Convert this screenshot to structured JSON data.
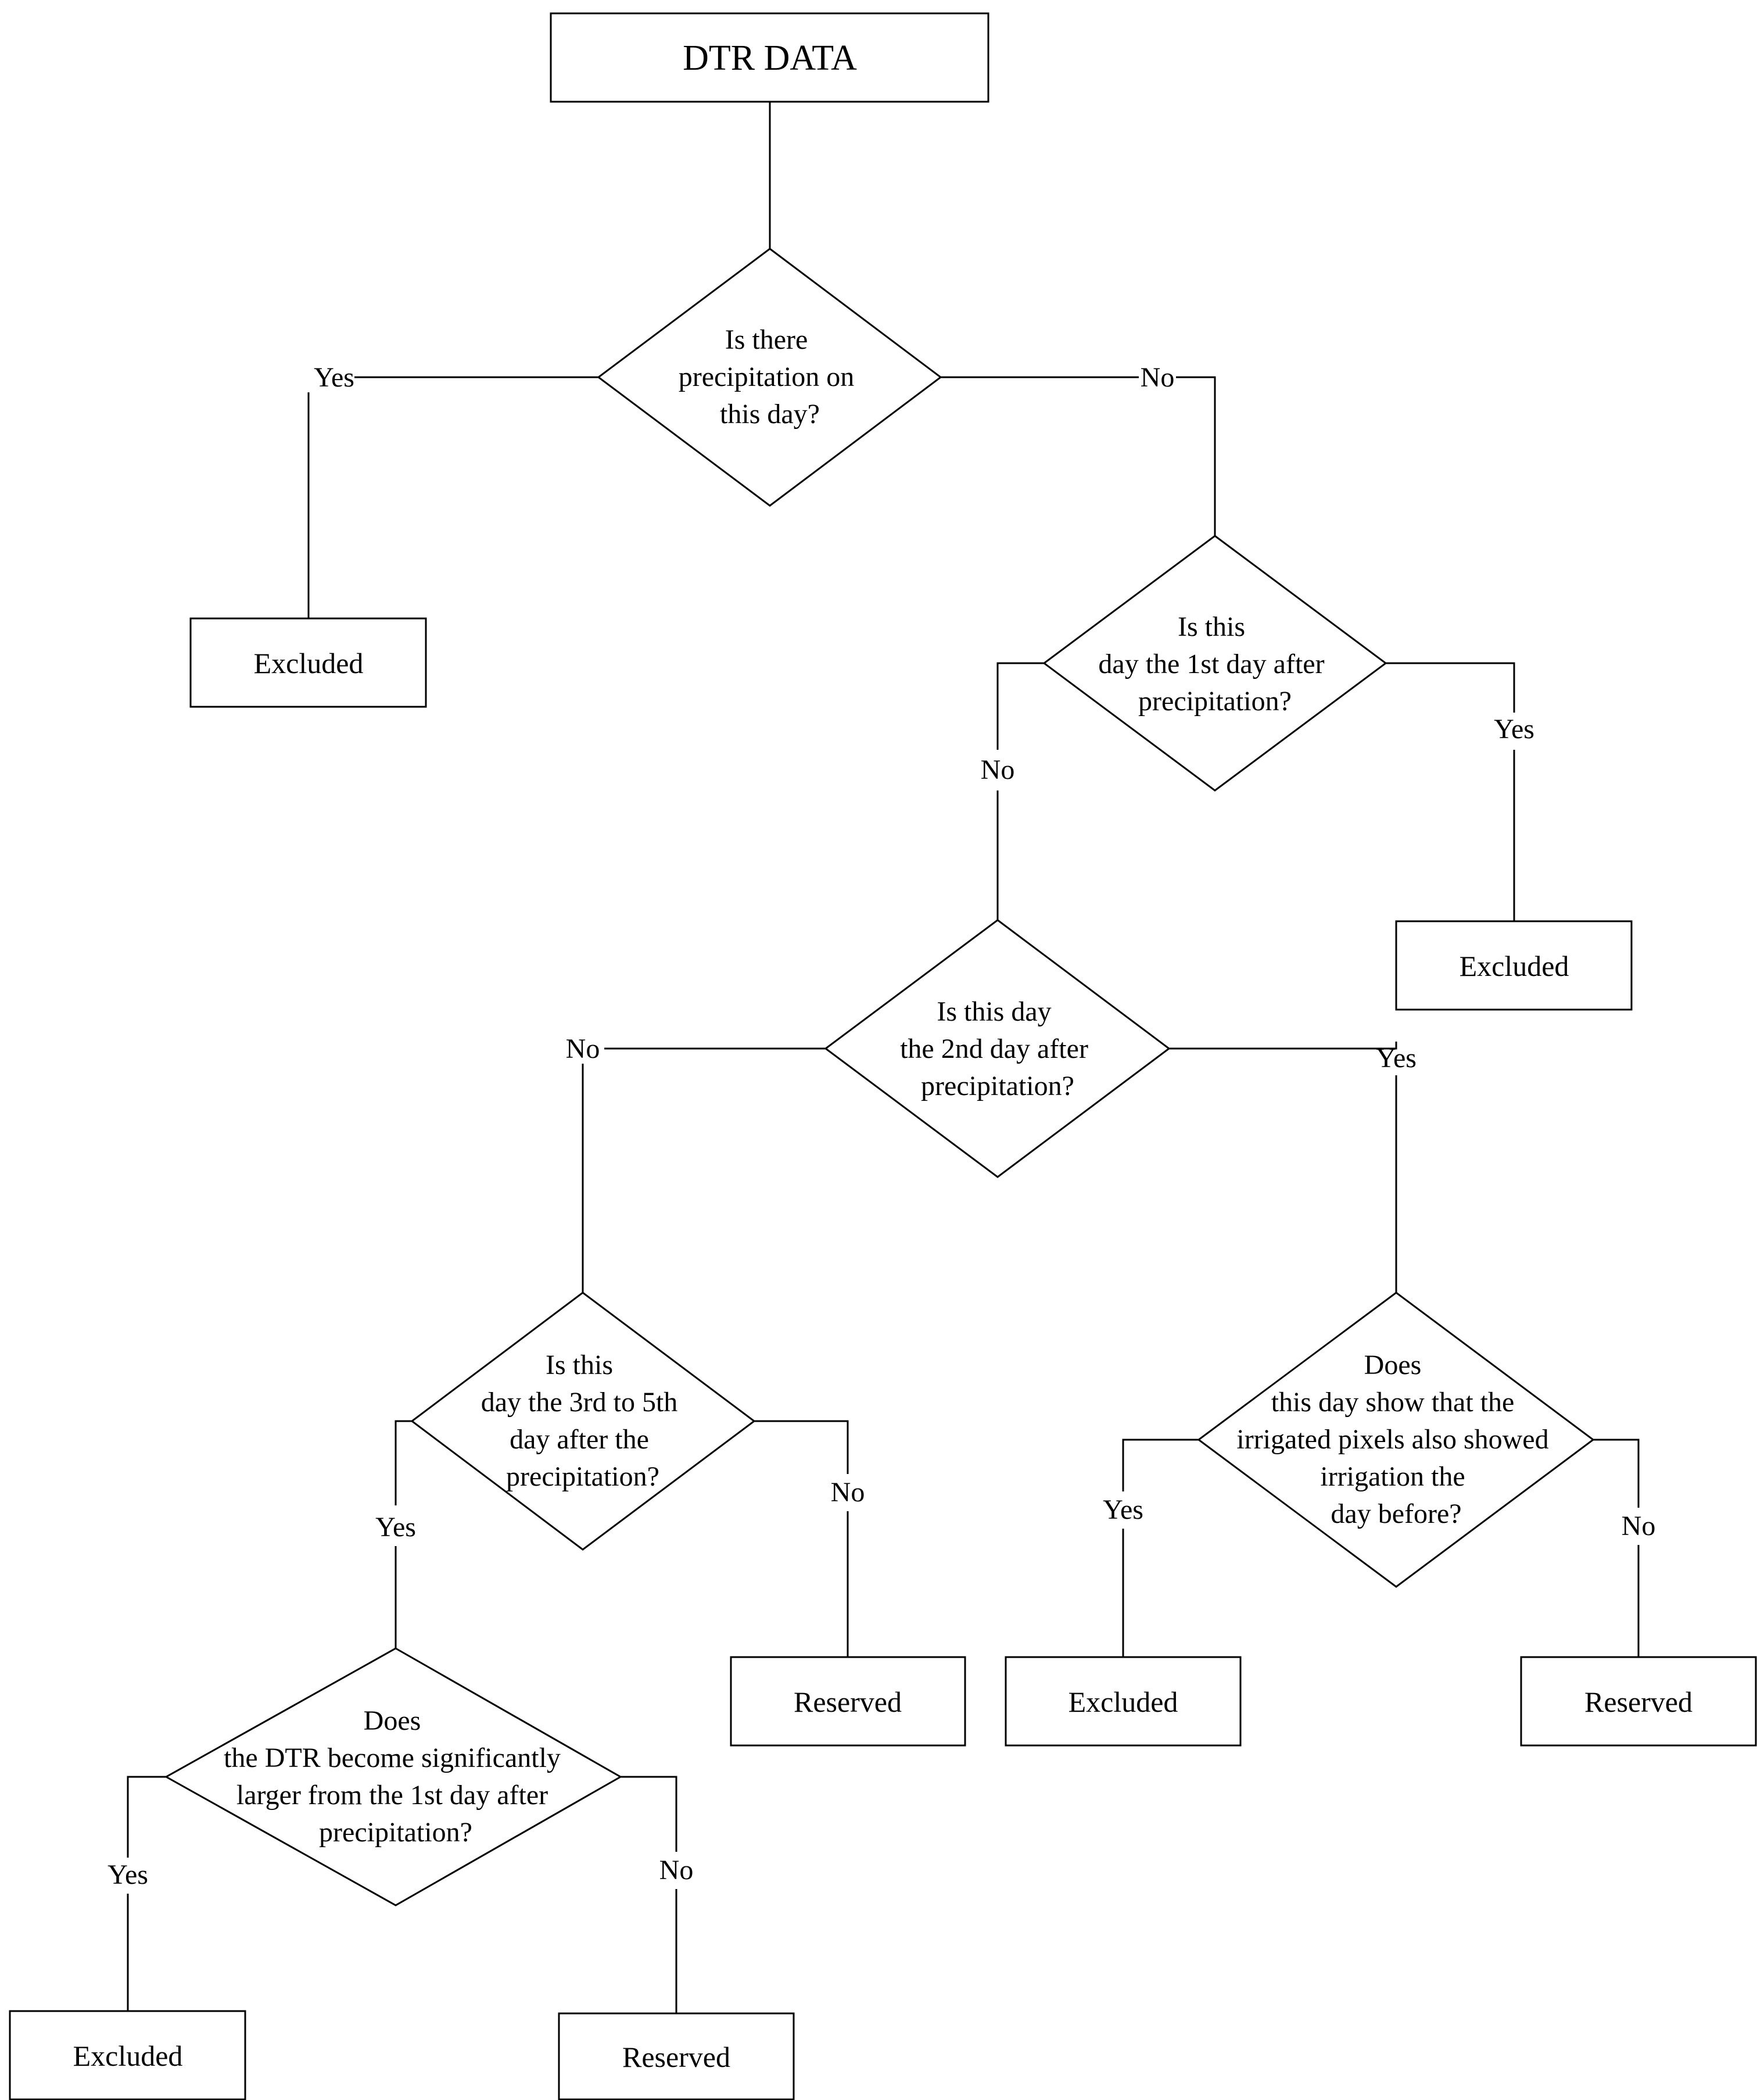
{
  "nodes": {
    "start": "DTR DATA",
    "q1": [
      "Is there",
      "precipitation on",
      "this day?"
    ],
    "out_q1_yes": "Excluded",
    "q2": [
      "Is this",
      "day the 1st day after",
      "precipitation?"
    ],
    "out_q2_yes": "Excluded",
    "q3": [
      "Is this day",
      "the 2nd day after",
      "precipitation?"
    ],
    "q4": [
      "Is this",
      "day the 3rd to 5th",
      "day after the",
      "precipitation?"
    ],
    "out_q4_no": "Reserved",
    "q5": [
      "Does",
      "this day show that the",
      "irrigated pixels also showed",
      "irrigation the",
      "day before?"
    ],
    "out_q5_yes": "Excluded",
    "out_q5_no": "Reserved",
    "q6": [
      "Does",
      "the DTR become significantly",
      "larger from the 1st day after",
      "precipitation?"
    ],
    "out_q6_yes": "Excluded",
    "out_q6_no": "Reserved"
  },
  "edges": {
    "q1_yes": "Yes",
    "q1_no": "No",
    "q2_no": "No",
    "q2_yes": "Yes",
    "q3_no": "No",
    "q3_yes": "Yes",
    "q4_yes": "Yes",
    "q4_no": "No",
    "q5_yes": "Yes",
    "q5_no": "No",
    "q6_yes": "Yes",
    "q6_no": "No"
  }
}
